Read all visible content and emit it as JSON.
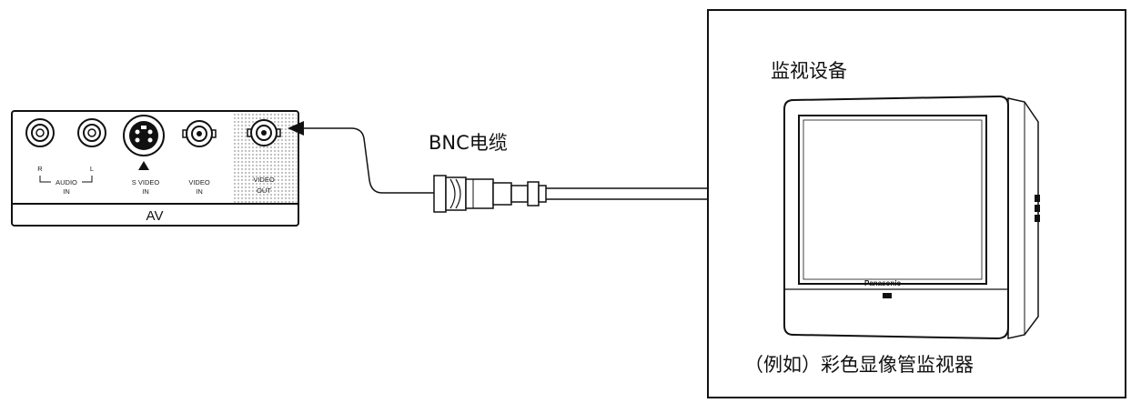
{
  "av_panel": {
    "port_labels": {
      "r": "R",
      "l": "L",
      "audio": "AUDIO",
      "audio_in": "IN",
      "s_video": "S  VIDEO",
      "s_video_in": "IN",
      "video": "VIDEO",
      "video_in": "IN",
      "video_out_top": "VIDEO",
      "video_out_bottom": "OUT"
    },
    "panel_label": "AV"
  },
  "cable": {
    "label": "BNC电缆"
  },
  "monitor": {
    "title": "监视设备",
    "brand": "Panasonic",
    "caption": "（例如）彩色显像管监视器"
  }
}
